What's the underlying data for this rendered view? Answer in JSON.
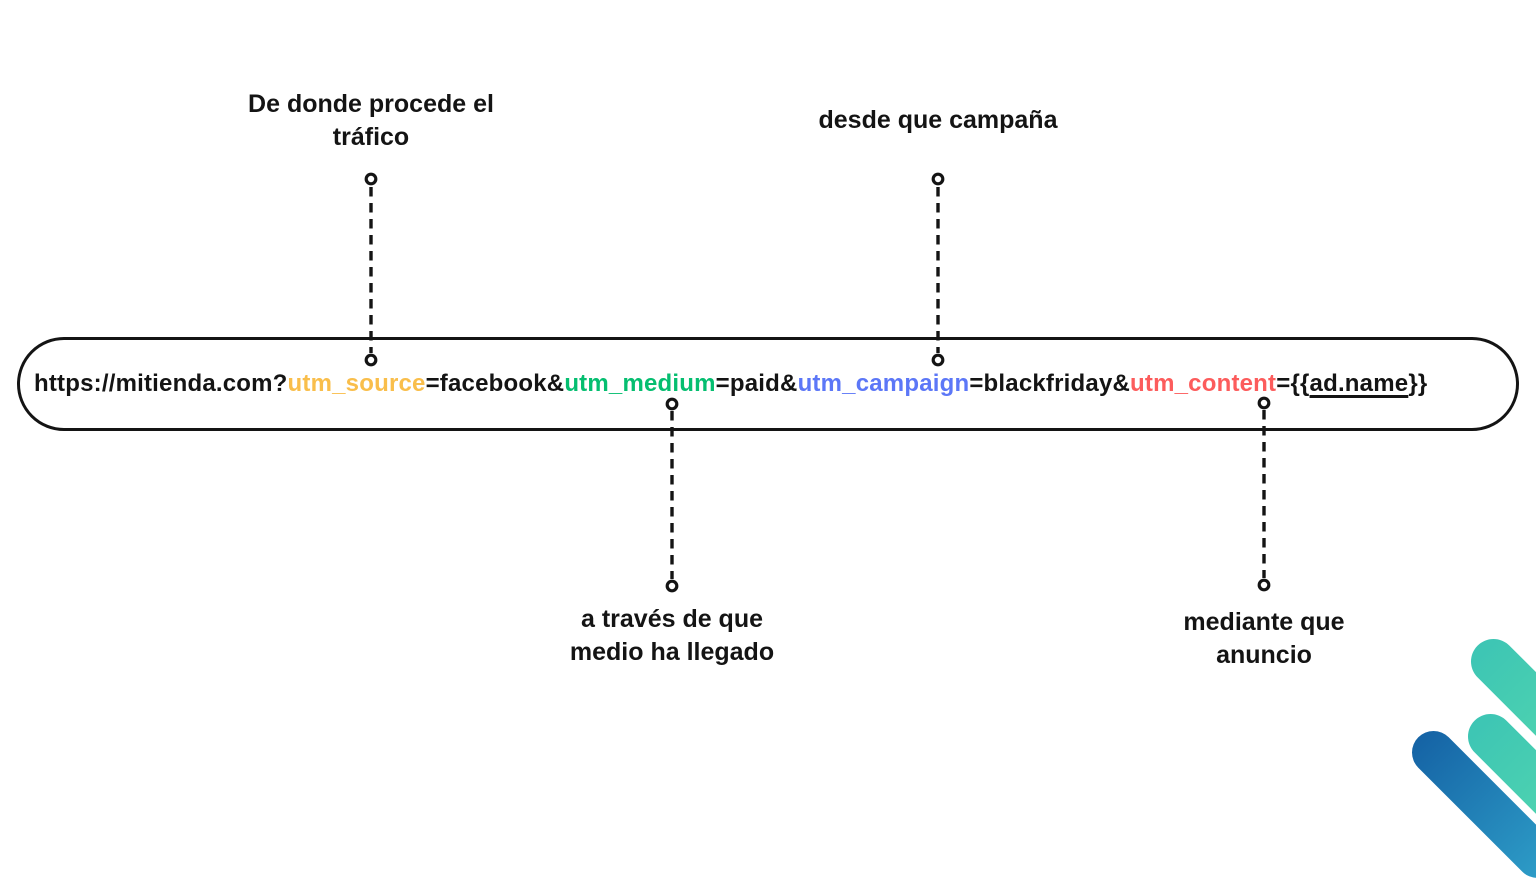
{
  "url_bar": {
    "full_url": "https://mitienda.com?utm_source=facebook&utm_medium=paid&utm_campaign=blackfriday&utm_content={{ad.name}}",
    "segments": [
      {
        "name": "protocol-domain",
        "text": "https://mitienda.com?",
        "color": "#141414",
        "underline": false
      },
      {
        "name": "utm-source-param",
        "text": "utm_source",
        "color": "#F9BE4B",
        "underline": false
      },
      {
        "name": "source-value",
        "text": "=facebook&",
        "color": "#141414",
        "underline": false
      },
      {
        "name": "utm-medium-param",
        "text": "utm_medium",
        "color": "#05BE70",
        "underline": false
      },
      {
        "name": "medium-value",
        "text": "=paid&",
        "color": "#141414",
        "underline": false
      },
      {
        "name": "utm-campaign-param",
        "text": "utm_campaign",
        "color": "#5C77F7",
        "underline": false
      },
      {
        "name": "campaign-value",
        "text": "=blackfriday&",
        "color": "#141414",
        "underline": false
      },
      {
        "name": "utm-content-param",
        "text": "utm_content",
        "color": "#FC5C5C",
        "underline": false
      },
      {
        "name": "content-equals-braces",
        "text": "={{",
        "color": "#141414",
        "underline": false
      },
      {
        "name": "ad-name-variable",
        "text": "ad.name",
        "color": "#141414",
        "underline": true
      },
      {
        "name": "closing-braces",
        "text": "}}",
        "color": "#141414",
        "underline": false
      }
    ]
  },
  "annotations": [
    {
      "id": "utm-source",
      "position": "top-left",
      "lines": [
        "De donde procede el",
        "tráfico"
      ]
    },
    {
      "id": "utm-campaign",
      "position": "top-right",
      "lines": [
        "desde que campaña"
      ]
    },
    {
      "id": "utm-medium",
      "position": "bottom-middle",
      "lines": [
        "a través de que",
        "medio ha llegado"
      ]
    },
    {
      "id": "utm-content",
      "position": "bottom-right",
      "lines": [
        "mediante que",
        "anuncio"
      ]
    }
  ],
  "colors": {
    "text": "#141414",
    "pill_border": "#141414",
    "utm_source": "#F9BE4B",
    "utm_medium": "#05BE70",
    "utm_campaign": "#5C77F7",
    "utm_content": "#FC5C5C",
    "logo_teal_start": "#3DC5B4",
    "logo_teal_end": "#5ADDAD",
    "logo_blue_start": "#1563A5",
    "logo_blue_end": "#2E9EC8"
  }
}
